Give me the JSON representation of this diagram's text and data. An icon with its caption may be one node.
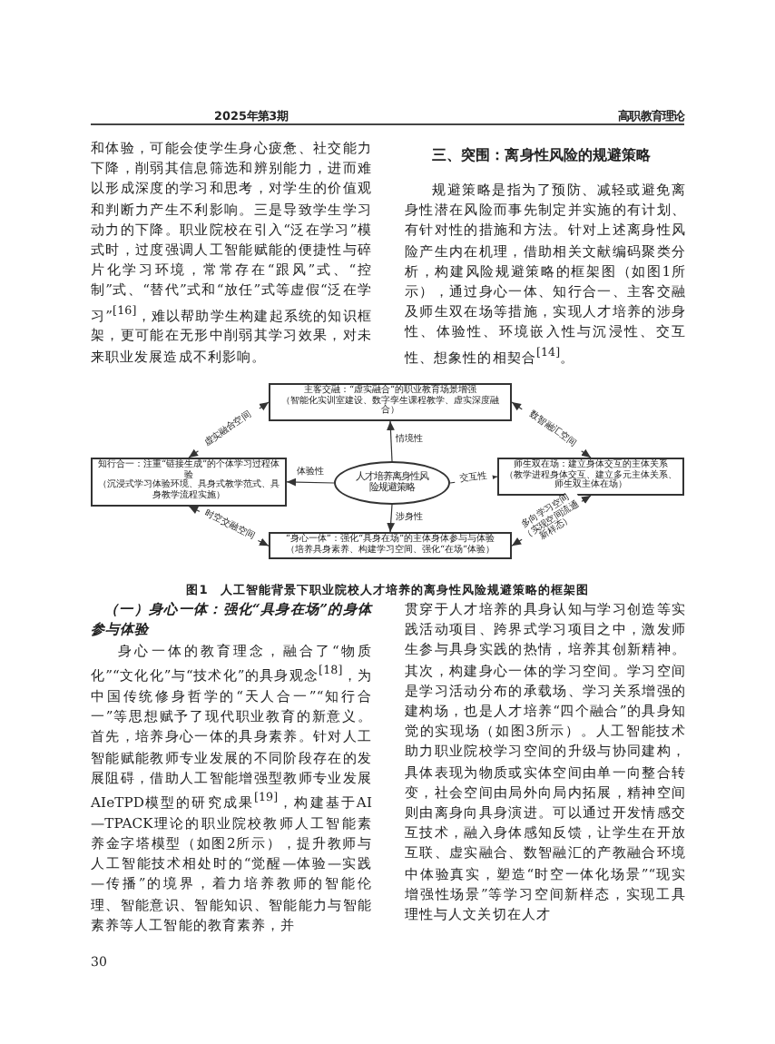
{
  "diagram": {
    "title": "图1　人工智能背景下职业院校人才培养的离身性风险规避策略的框架图",
    "nodes": [
      {
        "text": [
          "主客交融：“虚实融合”的职业教育场景增强",
          "（智能化实训室建设、数字孪生课程教学、虚实深度融合）"
        ]
      },
      {
        "text": [
          "知行合一：注重“链接生成”的个体学习过程体验",
          "（沉浸式学习体验环境、具身式教学范式、具身教学流程实施）"
        ]
      },
      {
        "text": [
          "人才培养离身性风险规避策略"
        ]
      },
      {
        "text": [
          "师生双在场：建立身体交互的主体关系",
          "（教学进程身体交互、建立多元主体关系、师生双主体在场）"
        ]
      },
      {
        "text": [
          "“身心一体”：强化“具身在场”的主体身体参与与体验",
          "（培养具身素养、构建学习空间、强化“在场”体验）"
        ]
      }
    ],
    "edges": [
      {
        "from": 2,
        "to": 0,
        "arrow": "to",
        "label": "情境性"
      },
      {
        "from": 2,
        "to": 1,
        "arrow": "to",
        "label": "体验性"
      },
      {
        "from": 2,
        "to": 3,
        "arrow": "to",
        "label": "交互性"
      },
      {
        "from": 2,
        "to": 4,
        "arrow": "to",
        "label": "涉身性"
      },
      {
        "from": 1,
        "to": 0,
        "arrow": "both",
        "label": "虚实融合空间"
      },
      {
        "from": 0,
        "to": 3,
        "arrow": "both",
        "label": "数智融汇空间"
      },
      {
        "from": 1,
        "to": 4,
        "arrow": "both",
        "label": "时空交融空间"
      },
      {
        "from": 4,
        "to": 3,
        "arrow": "both",
        "label": "多向学习空间（实现空间流通新样态）"
      }
    ],
    "labels": [
      "2025年第3期",
      "高职教育理论",
      "和体验，可能会使学生身心疲惫、社交能力下降，削弱其信息筛选和辨别能力，进而难以形成深度的学习和思考，对学生的价值观和判断力产生不利影响。三是导致学生学习动力的下降。职业院校在引入“泛在学习”模式时，过度强调人工智能赋能的便捷性与碎片化学习环境，常常存在“跟风”式、“控制”式、“替代”式和“放任”式等虚假“泛在学习”$^{[16]}$，难以帮助学生构建起系统的知识框架，更可能在无形中削弱其学习效果，对未来职业发展造成不利影响。",
      "三、突围：离身性风险的规避策略",
      "规避策略是指为了预防、减轻或避免离身性潜在风险而事先制定并实施的有计划、有针对性的措施和方法。针对上述离身性风险产生内在机理，借助相关文献编码聚类分析，构建风险规避策略的框架图（如图1所示），通过身心一体、知行合一、主客交融及师生双在场等措施，实现人才培养的涉身性、体验性、环境嵌入性与沉浸性、交互性、想象性的相契合$^{[14]}$。",
      "（一）身心一体：强化“具身在场”的身体参与体验",
      "身心一体的教育理念，融合了“物质化”“文化化”与“技术化”的具身观念$^{[18]}$，为中国传统修身哲学的“天人合一”“知行合一”等思想赋予了现代职业教育的新意义。首先，培养身心一体的具身素养。针对人工智能赋能教师专业发展的不同阶段存在的发展阻碍，借助人工智能增强型教师专业发展AIeTPD模型的研究成果$^{[19]}$，构建基于AI—TPACK理论的职业院校教师人工智能素养金字塔模型（如图2所示），提升教师与人工智能技术相处时的“觉醒—体验—实践—传播”的境界，着力培养教师的智能伦理、智能意识、智能知识、智能能力与智能素养等人工智能的教育素养，并",
      "贯穿于人才培养的具身认知与学习创造等实践活动项目、跨界式学习项目之中，激发师生参与具身实践的热情，培养其创新精神。其次，构建身心一体的学习空间。学习空间是学习活动分布的承载场、学习关系增强的建构场，也是人才培养“四个融合”的具身知觉的实现场（如图3所示）。人工智能技术助力职业院校学习空间的升级与协同建构，具体表现为物质或实体空间由单一向整合转变，社会空间由局外向局内拓展，精神空间则由离身向具身演进。可以通过开发情感交互技术，融入身体感知反馈，让学生在开放互联、虚实融合、数智融汇的产教融合环境中体验真实，塑造“时空一体化场景”“现实增强性场景”等学习空间新样态，实现工具理性与人文关切在人才",
      "30"
    ]
  }
}
